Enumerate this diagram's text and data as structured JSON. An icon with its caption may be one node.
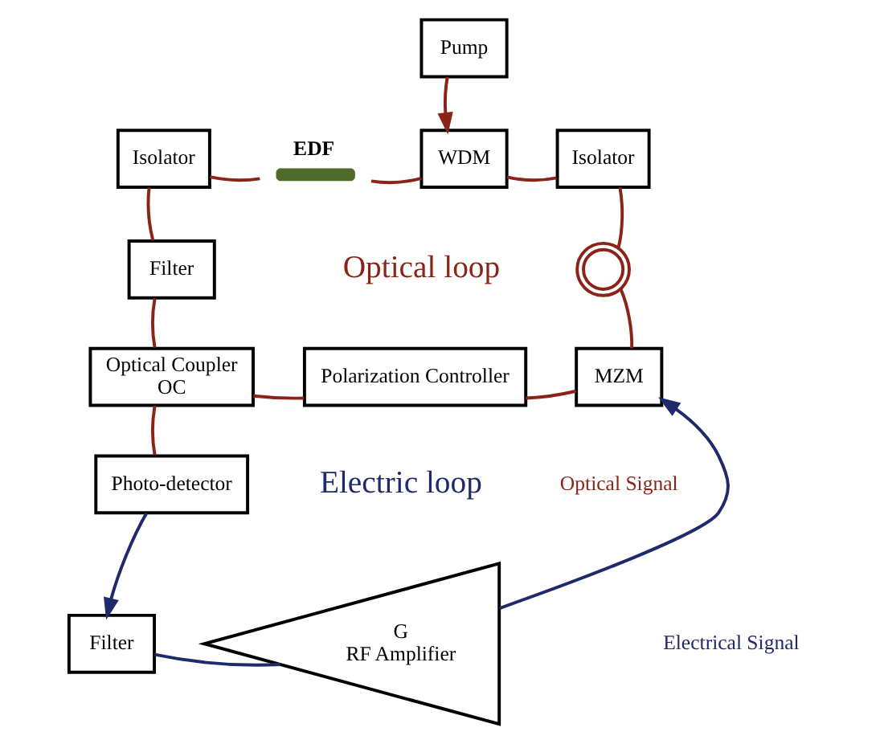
{
  "diagram": {
    "nodes": [
      {
        "text": [
          "Pump"
        ]
      },
      {
        "text": [
          "EDF"
        ]
      },
      {
        "text": [
          "WDM"
        ]
      },
      {
        "text": [
          "Isolator"
        ]
      },
      {
        "text": [
          "Isolator"
        ]
      },
      {
        "text": [
          "Filter"
        ]
      },
      {
        "text": [],
        "shape": "coil"
      },
      {
        "text": [
          "Optical Coupler",
          "OC"
        ]
      },
      {
        "text": [
          "Polarization Controller"
        ]
      },
      {
        "text": [
          "MZM"
        ]
      },
      {
        "text": [
          "Photo-detector"
        ]
      },
      {
        "text": [
          "Filter"
        ]
      },
      {
        "text": [
          "G",
          "RF Amplifier"
        ]
      }
    ],
    "edges": [
      {
        "from": 0,
        "to": 2,
        "arrow": "to"
      },
      {
        "from": 2,
        "to": 1,
        "arrow": "none"
      },
      {
        "from": 1,
        "to": 3,
        "arrow": "none"
      },
      {
        "from": 3,
        "to": 5,
        "arrow": "none"
      },
      {
        "from": 5,
        "to": 7,
        "arrow": "none"
      },
      {
        "from": 7,
        "to": 8,
        "arrow": "none"
      },
      {
        "from": 8,
        "to": 9,
        "arrow": "none"
      },
      {
        "from": 9,
        "to": 6,
        "arrow": "none"
      },
      {
        "from": 6,
        "to": 4,
        "arrow": "none"
      },
      {
        "from": 4,
        "to": 2,
        "arrow": "none"
      },
      {
        "from": 7,
        "to": 10,
        "arrow": "none"
      },
      {
        "from": 10,
        "to": 11,
        "arrow": "to",
        "color": "#1f2a6b"
      },
      {
        "from": 11,
        "to": 12,
        "arrow": "none",
        "color": "#1f2a6b"
      },
      {
        "from": 12,
        "to": 9,
        "arrow": "to",
        "color": "#1f2a6b"
      }
    ],
    "labels": [
      "Optical loop",
      "Electric loop"
    ],
    "legend": [
      {
        "text": "Optical Signal"
      },
      {
        "text": "Electrical Signal"
      }
    ]
  }
}
